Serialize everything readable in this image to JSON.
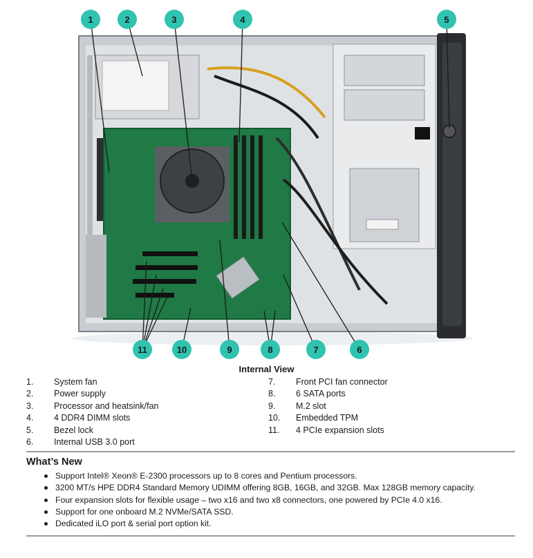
{
  "figure": {
    "caption": "Internal View",
    "callouts": [
      "1",
      "2",
      "3",
      "4",
      "5",
      "11",
      "10",
      "9",
      "8",
      "7",
      "6"
    ]
  },
  "legend_left": [
    {
      "num": "1.",
      "label": "System fan"
    },
    {
      "num": "2.",
      "label": "Power supply"
    },
    {
      "num": "3.",
      "label": "Processor and heatsink/fan"
    },
    {
      "num": "4.",
      "label": "4 DDR4 DIMM slots"
    },
    {
      "num": "5.",
      "label": "Bezel lock"
    },
    {
      "num": "6.",
      "label": "Internal USB 3.0 port"
    }
  ],
  "legend_right": [
    {
      "num": "7.",
      "label": "Front PCI fan connector"
    },
    {
      "num": "8.",
      "label": "6 SATA ports"
    },
    {
      "num": "9.",
      "label": "M.2 slot"
    },
    {
      "num": "10.",
      "label": "Embedded TPM"
    },
    {
      "num": "11.",
      "label": "4 PCIe expansion slots"
    }
  ],
  "whats_new": {
    "title": "What’s New",
    "items": [
      "Support Intel® Xeon® E-2300 processors up to 8 cores and Pentium processors.",
      "3200 MT/s HPE DDR4 Standard Memory UDIMM offering 8GB, 16GB, and 32GB. Max 128GB memory capacity.",
      "Four expansion slots for flexible usage – two x16 and two x8 connectors, one powered by PCIe 4.0 x16.",
      "Support for one onboard M.2 NVMe/SATA SSD.",
      "Dedicated iLO port & serial port option kit."
    ]
  },
  "colors": {
    "callout": "#2fc3b0",
    "board": "#1f7a45",
    "chassis": "#c9ccd0",
    "rule": "#9a9a9a"
  }
}
